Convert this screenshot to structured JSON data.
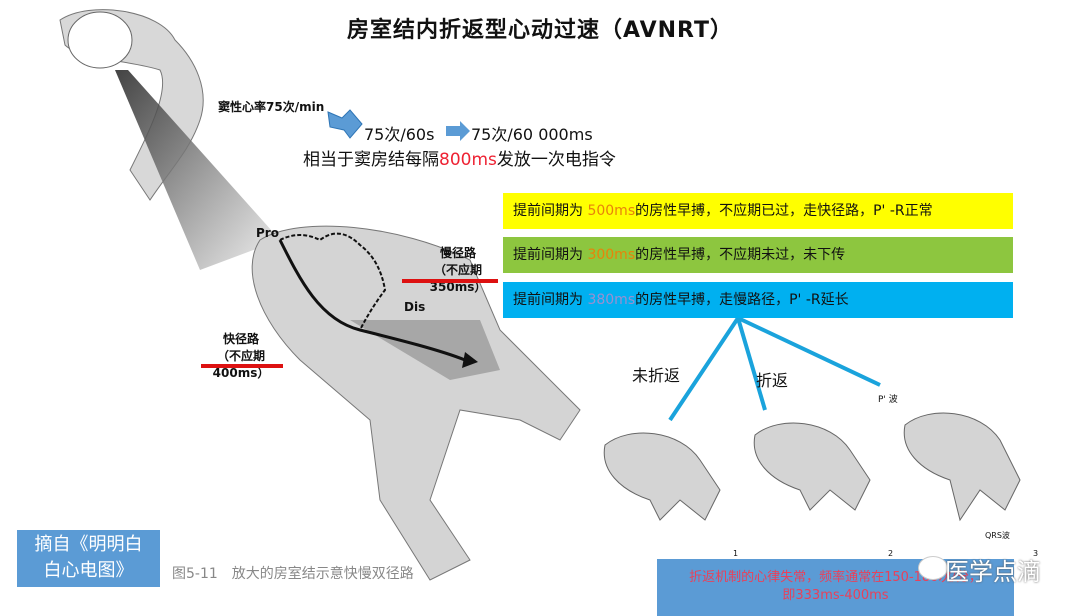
{
  "title": "房室结内折返型心动过速（AVNRT）",
  "sinus_rate_label": "窦性心率75次/min",
  "conversion": {
    "step1": "75次/60s",
    "step2": "75次/60 000ms"
  },
  "equivalence": {
    "prefix": "相当于窦房结每隔",
    "value": "800ms",
    "suffix": "发放一次电指令"
  },
  "slow_path": {
    "name": "慢径路",
    "refractory": "（不应期350ms）"
  },
  "fast_path": {
    "name": "快径路",
    "refractory": "（不应期400ms）"
  },
  "diagram_labels": {
    "pro": "Pro",
    "dis": "Dis",
    "p_wave": "P' 波",
    "qrs": "QRS波",
    "nums": [
      "1",
      "2",
      "3"
    ]
  },
  "scenarios": [
    {
      "prefix": "提前间期为 ",
      "value": "500ms",
      "suffix": "的房性早搏，不应期已过，走快径路，P' -R正常",
      "color": "#ffff00",
      "value_color": "#e8830a"
    },
    {
      "prefix": "提前间期为 ",
      "value": "300ms",
      "suffix": "的房性早搏，不应期未过，未下传",
      "color": "#8dc63f",
      "value_color": "#e8830a"
    },
    {
      "prefix": "提前间期为 ",
      "value": "380ms",
      "suffix": "的房性早搏，走慢路径，P' -R延长",
      "color": "#00b0f0",
      "value_color": "#9a8fd0"
    }
  ],
  "branches": {
    "no_reentry": "未折返",
    "reentry": "折返"
  },
  "source": "摘自《明明白白心电图》",
  "figure_caption": "图5-11　放大的房室结示意快慢双径路",
  "note": {
    "line1": "折返机制的心律失常，频率通常在150-180次/分，",
    "line2": "即333ms-400ms"
  },
  "watermark": "医学点滴"
}
